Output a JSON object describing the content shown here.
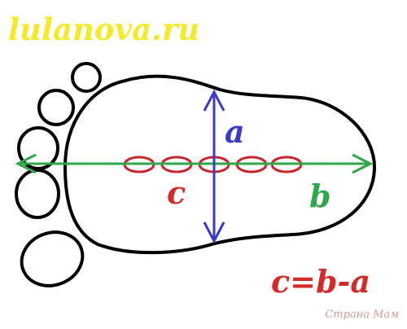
{
  "header": {
    "site_title": "lulanova.ru"
  },
  "labels": {
    "a": "a",
    "b": "b",
    "c": "c"
  },
  "formula": "c=b-a",
  "watermark": "Страна Мам",
  "colors": {
    "site_title": "#f2ea2a",
    "a": "#3a3acb",
    "b": "#2fa84a",
    "c": "#d42a2a",
    "formula": "#d42a2a",
    "outline": "#000000",
    "arrow_a": "#3a3acb",
    "arrow_b": "#2fa84a",
    "stitches": "#c8262c"
  }
}
